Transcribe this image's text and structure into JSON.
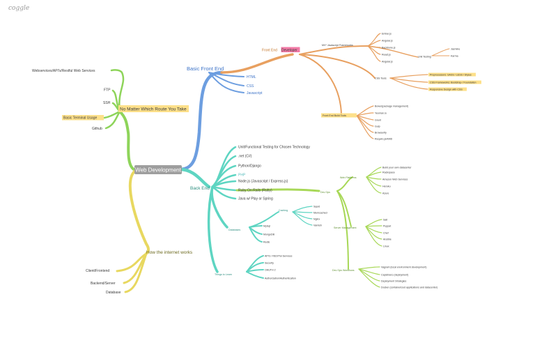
{
  "logo": "coggle",
  "colors": {
    "orange": "#e8a060",
    "blue": "#6d9ee0",
    "teal": "#5ed5c2",
    "green": "#8ed45a",
    "lime": "#a8d858",
    "yellow": "#e8d860",
    "root_bg": "#9e9e9e",
    "highlight": "#fde08a",
    "highlight_pink": "#f27aa6",
    "text_dark": "#3a3a3a",
    "text_blue": "#3e74c8",
    "text_orange": "#c4762a"
  },
  "root": "Web Development",
  "branches": {
    "basic_front_end": {
      "label": "Basic Front End",
      "items": [
        "HTML",
        "CSS",
        "Javascript"
      ],
      "front_end_developer": {
        "label_a": "Front End",
        "label_b": "Developer",
        "mv_frameworks": {
          "label": "MV* Javascript Frameworks",
          "items": [
            "Ember.js",
            "Angular.js",
            "Backbone.js",
            "React.js",
            "Angular.js"
          ],
          "unit_testing": {
            "label": "Unit Testing",
            "items": [
              "Jasmine",
              "Karma"
            ]
          }
        },
        "css_tools": {
          "label": "CSS Tools",
          "items": [
            "Preprocessors: SASS / LESS / Stylus",
            "CSS Frameworks: Bootstrap / Foundation",
            "Responsive Design with CSS"
          ]
        },
        "build_tools": {
          "label": "Front End Build Tools",
          "items": [
            "Bower(package management)",
            "Yeoman.io",
            "Grunt",
            "Gulp",
            "Browserify",
            "Require.js/AMD"
          ]
        }
      }
    },
    "back_end": {
      "label": "Back End",
      "items": [
        "Unit/Functional Testing for Chosen Technology",
        ".net (C#)",
        "Python/Django",
        "PHP",
        "Node.js (Javascript / Express.js)",
        "Ruby On Rails (Ruby)",
        "Java w/ Play or Spring"
      ],
      "databases": {
        "label": "Databases",
        "caching": {
          "label": "Caching",
          "items": [
            "Squid",
            "Memcached",
            "Nginx",
            "Varnish"
          ]
        },
        "items": [
          "MySql",
          "MongoDB",
          "Redis"
        ]
      },
      "things_to_learn": {
        "label": "Things to Learn",
        "items": [
          "API's / RESTful Services",
          "Security",
          "OAUTH 2",
          "Authorization/Authentication"
        ]
      },
      "dev_ops": {
        "label": "Dev Ops",
        "web_platforms": {
          "label": "Web Platforms",
          "items": [
            "Build your own datacenter",
            "Rackspace",
            "Amazon Web Services",
            "Heroku",
            "Azure"
          ]
        },
        "server_management": {
          "label": "Server Management",
          "items": [
            "Salt",
            "Puppet",
            "Chef",
            "Ansible",
            "Linux"
          ]
        },
        "dev_ops_workflows": {
          "label": "Dev Ops Workflows",
          "items": [
            "Vagrant (local environment development)",
            "Capistrano (deployment)",
            "Deployment Strategies",
            "Docker (containerized applications and datacenter)"
          ]
        }
      }
    },
    "no_matter_route": {
      "label": "No Matter Which Route You Take",
      "items": [
        "Webservices/API's/Restful Web Services",
        "FTP",
        "SSH",
        "Basic Terminal Usage",
        "Github"
      ]
    },
    "how_internet_works": {
      "label": "How the internet works",
      "items": [
        "Client/Frontend",
        "Backend/Server",
        "Database"
      ]
    }
  }
}
